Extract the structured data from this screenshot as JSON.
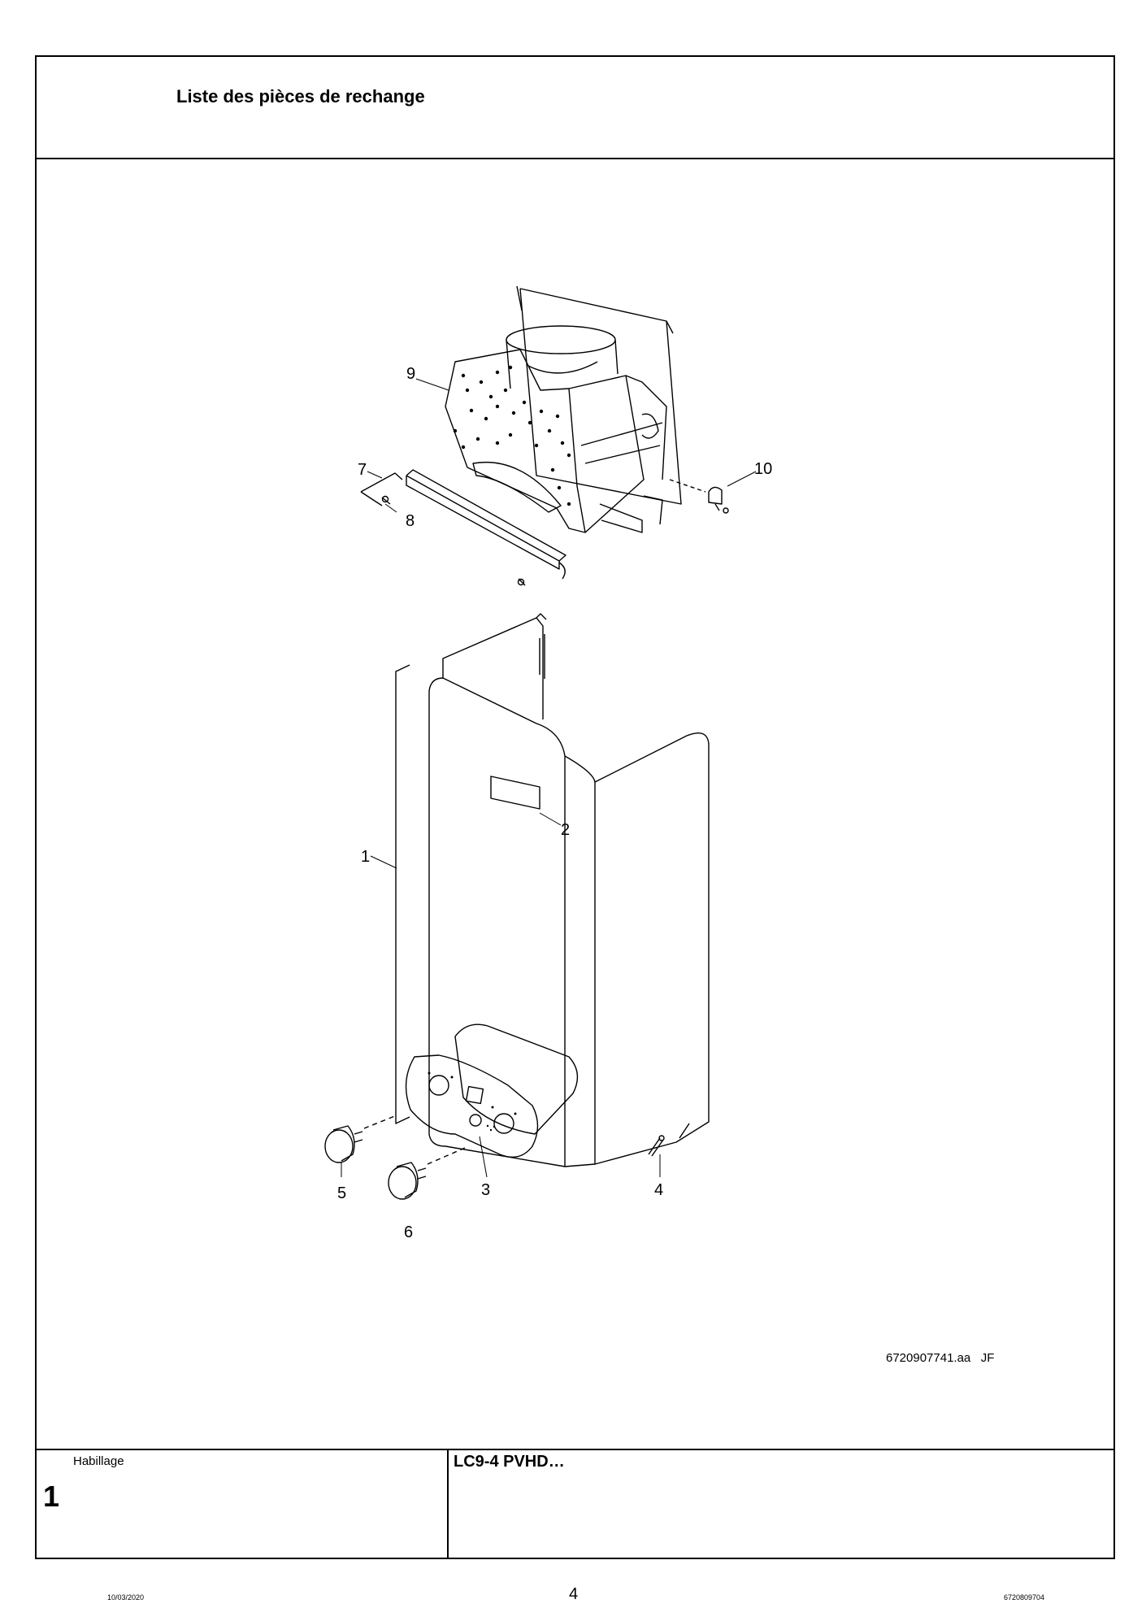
{
  "header": {
    "title": "Liste des pièces de rechange"
  },
  "drawing": {
    "reference": "6720907741.aa",
    "initials": "JF",
    "callouts": [
      "1",
      "2",
      "3",
      "4",
      "5",
      "6",
      "7",
      "8",
      "9",
      "10"
    ]
  },
  "footer_block": {
    "section_label": "Habillage",
    "section_number": "1",
    "model": "LC9-4 PVHD…"
  },
  "page": {
    "date": "10/03/2020",
    "number": "4",
    "document_code": "6720809704"
  }
}
